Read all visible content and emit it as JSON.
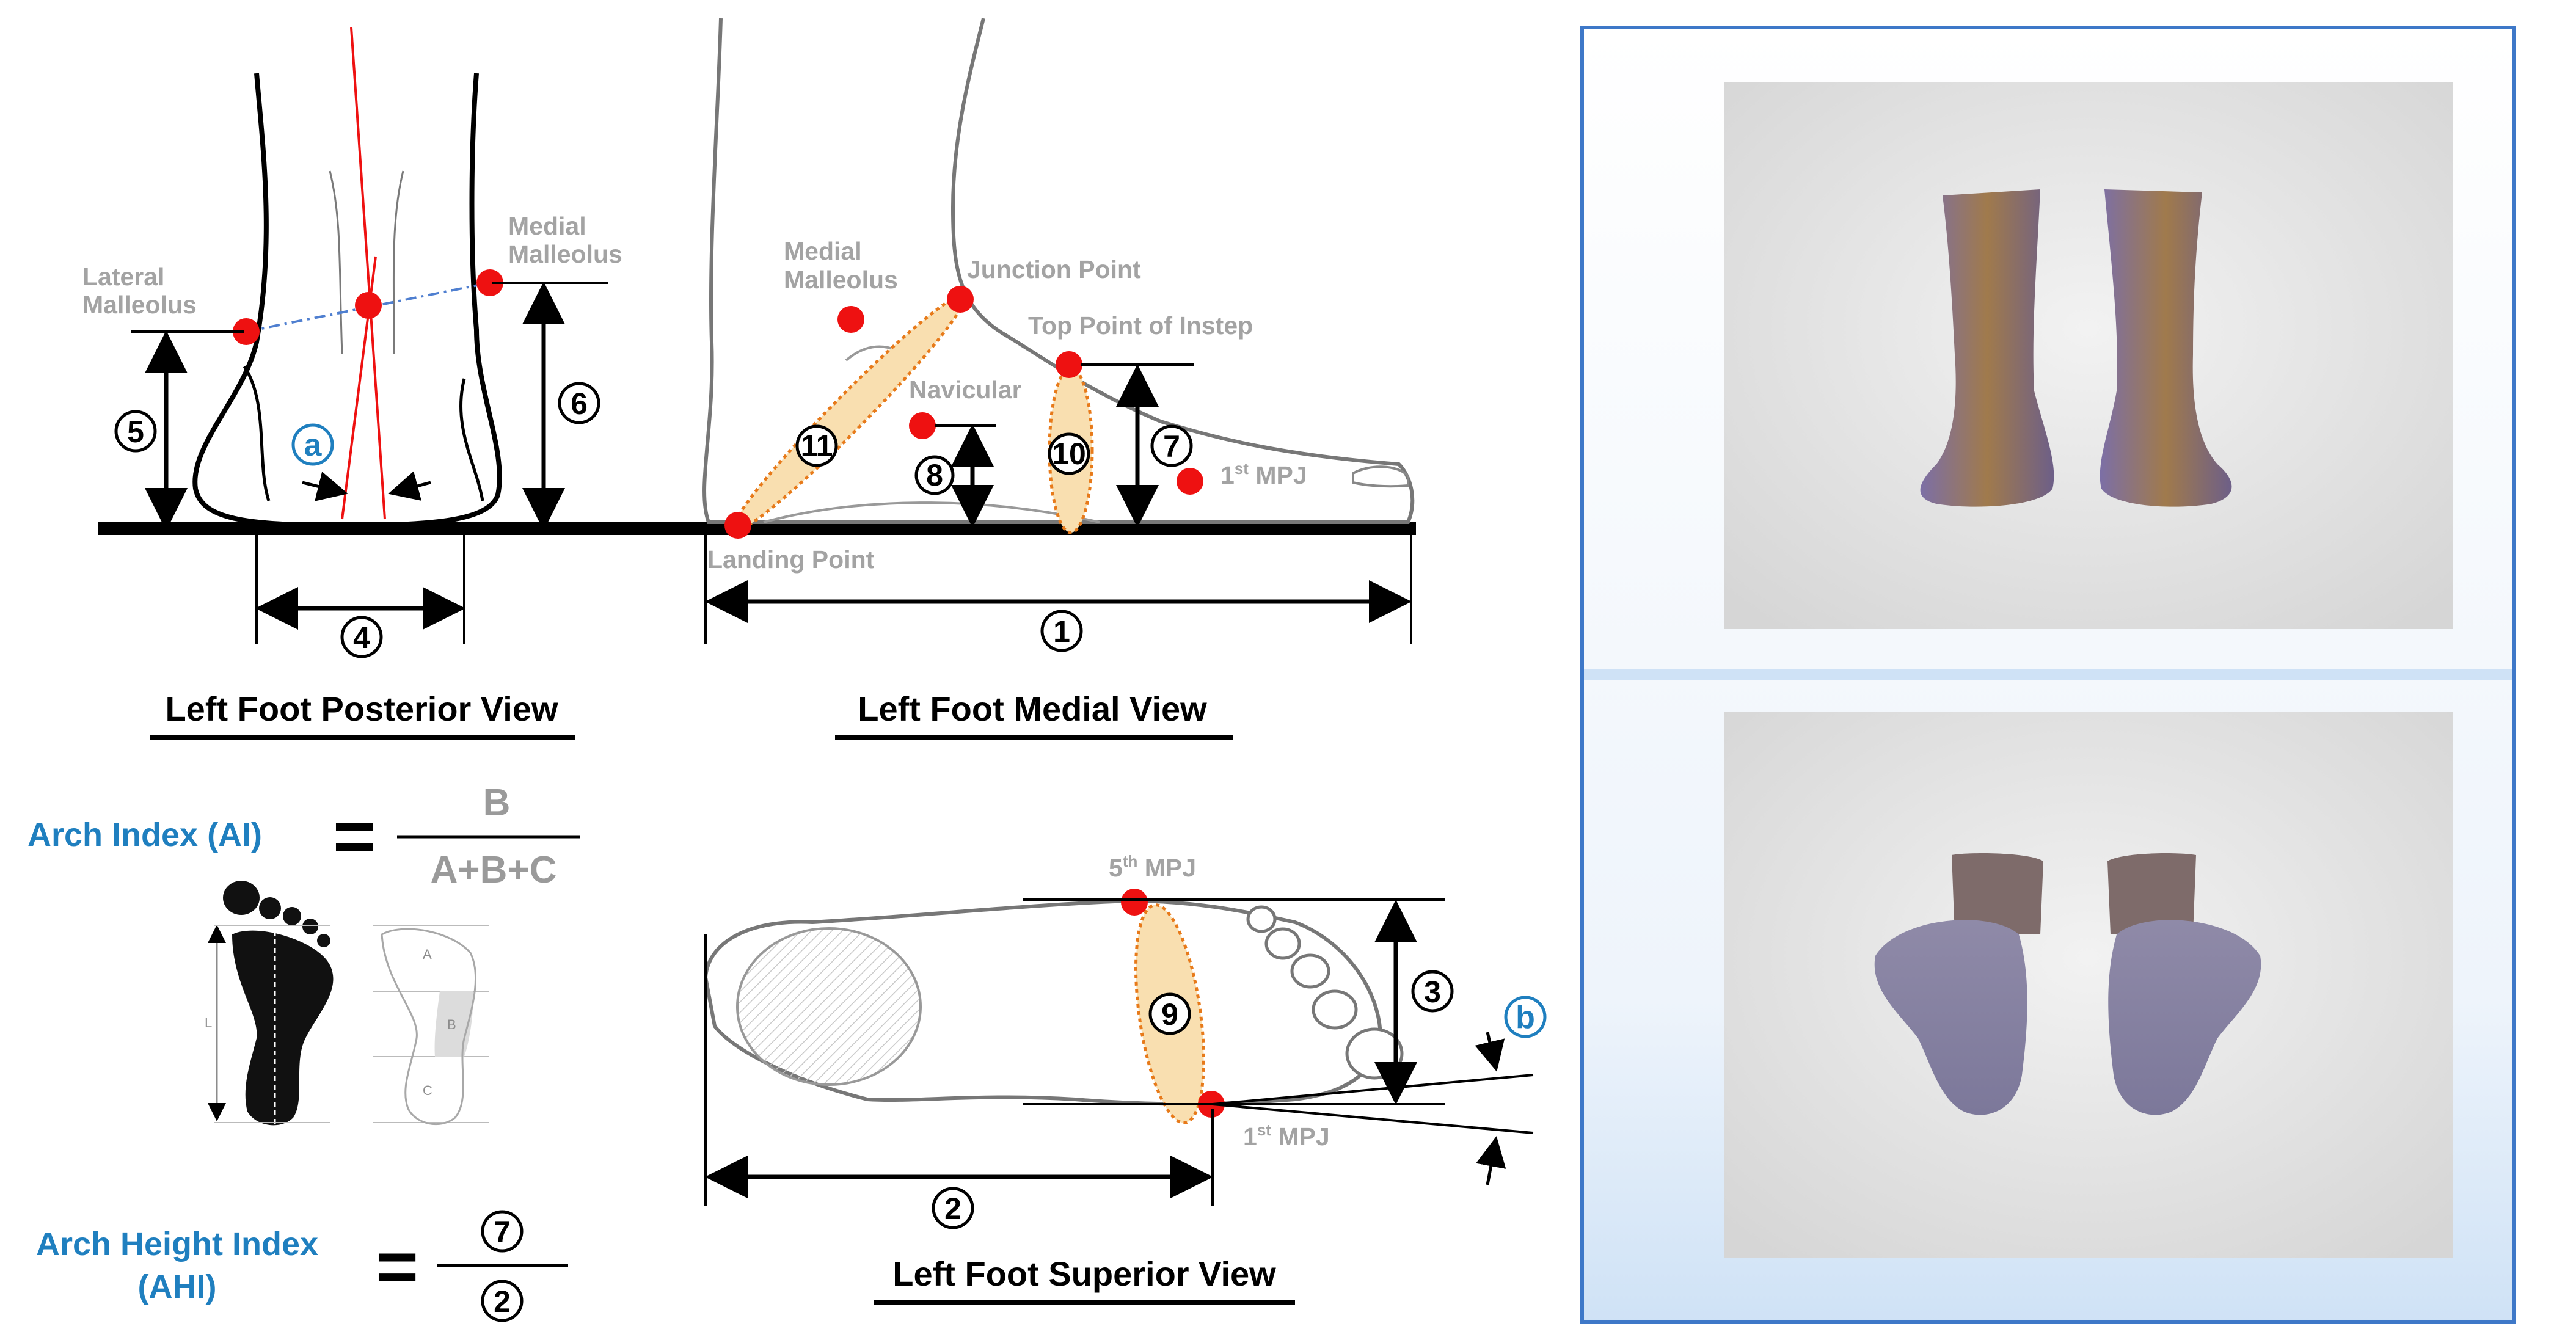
{
  "posterior": {
    "title": "Left Foot Posterior View",
    "lateral_malleolus": [
      "Lateral",
      "Malleolus"
    ],
    "medial_malleolus": [
      "Medial",
      "Malleolus"
    ],
    "angle_marker": "a",
    "measures": [
      "5",
      "6",
      "4"
    ]
  },
  "medial": {
    "title": "Left Foot Medial View",
    "medial_malleolus": [
      "Medial",
      "Malleolus"
    ],
    "junction_point": "Junction Point",
    "top_point": "Top Point of Instep",
    "navicular": "Navicular",
    "mpj1": {
      "base": "1",
      "sup": "st",
      "suffix": " MPJ"
    },
    "landing_point": "Landing Point",
    "measures": [
      "11",
      "10",
      "8",
      "7",
      "1"
    ]
  },
  "superior": {
    "title": "Left Foot Superior View",
    "mpj5": {
      "base": "5",
      "sup": "th",
      "suffix": " MPJ"
    },
    "mpj1": {
      "base": "1",
      "sup": "st",
      "suffix": " MPJ"
    },
    "angle_marker": "b",
    "measures": [
      "9",
      "3",
      "2"
    ]
  },
  "arch_index": {
    "label": "Arch Index (AI)",
    "equals": "=",
    "numerator": "B",
    "denominator": "A+B+C",
    "regions": [
      "A",
      "B",
      "C"
    ],
    "length": "L"
  },
  "ahi": {
    "label": [
      "Arch Height Index",
      "(AHI)"
    ],
    "equals": "=",
    "numerator": "7",
    "denominator": "2"
  },
  "colors": {
    "marker": "#ee1111",
    "accent_blue": "#1f7fbf",
    "panel_border": "#3e78c8",
    "dashed_line": "#4f7fd0",
    "ellipse_fill": "#f9dfb0",
    "ellipse_stroke": "#e77a1a"
  },
  "icons": [
    "front-view-feet-render",
    "bottom-view-feet-render"
  ]
}
